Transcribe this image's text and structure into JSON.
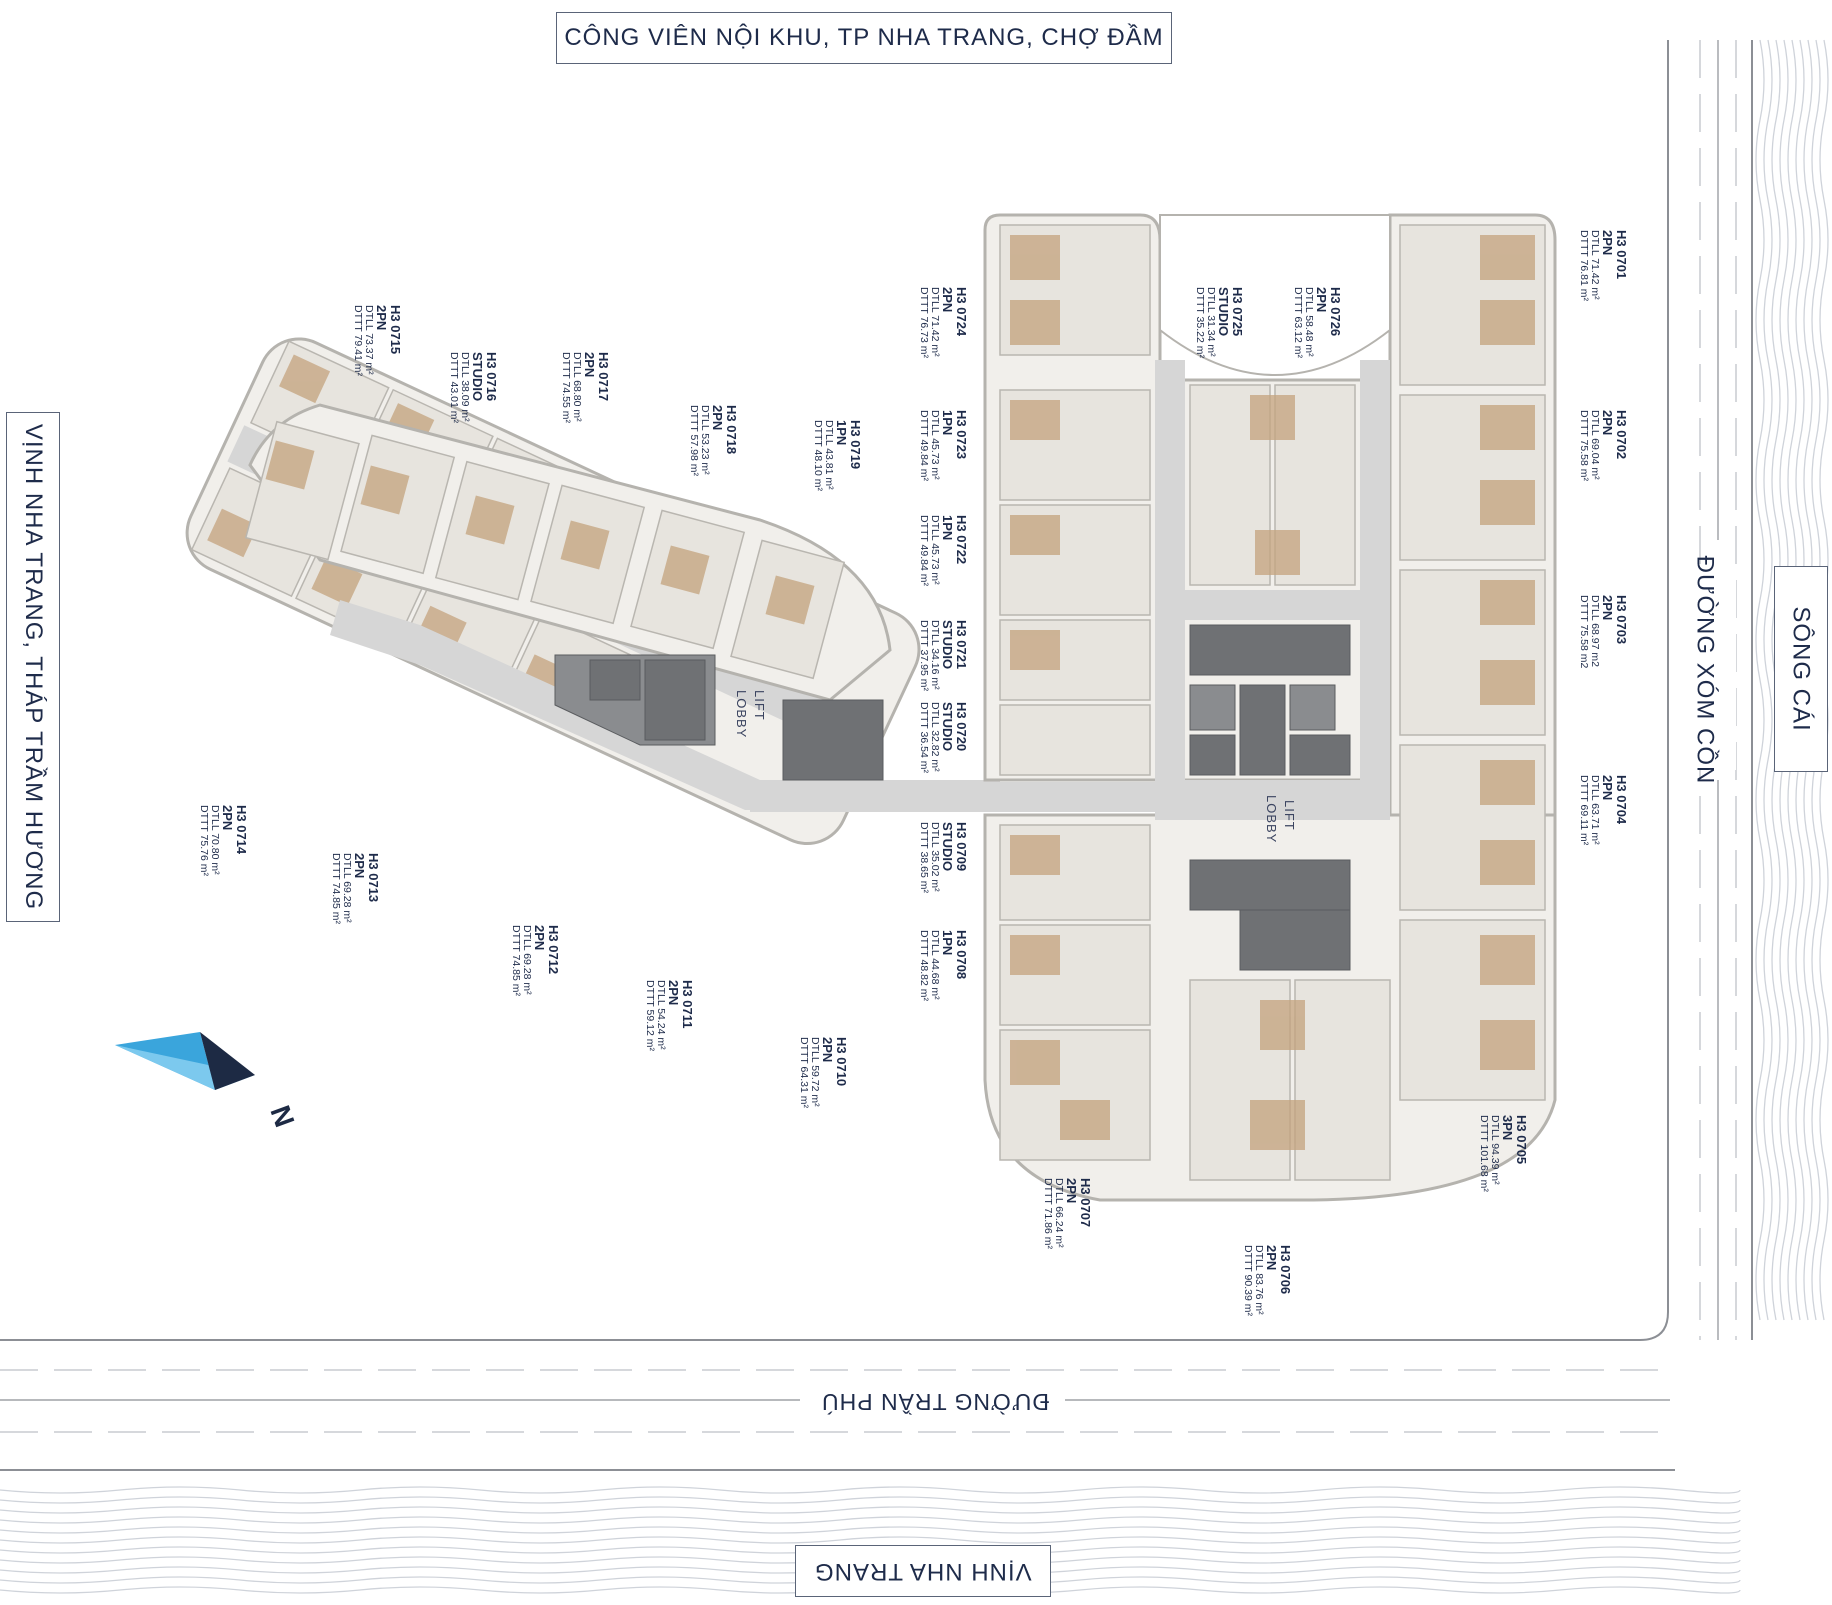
{
  "roads": {
    "north_park": "CÔNG VIÊN NỘI KHU, TP NHA TRANG, CHỢ ĐẦM",
    "west_bay": "VỊNH NHA TRANG, THÁP TRẦM HƯƠNG",
    "east_street": "ĐƯỜNG XÓM CỒN",
    "east_river": "SÔNG CÁI",
    "south_street": "ĐƯỜNG TRẦN PHÚ",
    "south_bay": "VỊNH NHA TRANG"
  },
  "lobby_labels": {
    "west": "LIFT LOBBY",
    "east": "LIFT LOBBY"
  },
  "compass": {
    "label": "N"
  },
  "units": [
    {
      "code": "H3 0701",
      "type": "2PN",
      "dtll": "DTLL 71.42 m²",
      "dttt": "DTTT 76.81 m²"
    },
    {
      "code": "H3 0702",
      "type": "2PN",
      "dtll": "DTLL 69.04 m²",
      "dttt": "DTTT 75.58 m²"
    },
    {
      "code": "H3 0703",
      "type": "2PN",
      "dtll": "DTLL 68.97 m2",
      "dttt": "DTTT 75.58 m2"
    },
    {
      "code": "H3 0704",
      "type": "2PN",
      "dtll": "DTLL 63.71 m²",
      "dttt": "DTTT 69.11 m²"
    },
    {
      "code": "H3 0705",
      "type": "3PN",
      "dtll": "DTLL 94.39 m²",
      "dttt": "DTTT 101.68 m²"
    },
    {
      "code": "H3 0706",
      "type": "2PN",
      "dtll": "DTLL 83.76 m²",
      "dttt": "DTTT 90.39 m²"
    },
    {
      "code": "H3 0707",
      "type": "2PN",
      "dtll": "DTLL 66.24 m²",
      "dttt": "DTTT 71.86 m²"
    },
    {
      "code": "H3 0708",
      "type": "1PN",
      "dtll": "DTLL 44.68 m²",
      "dttt": "DTTT 48.82 m²"
    },
    {
      "code": "H3 0709",
      "type": "STUDIO",
      "dtll": "DTLL 35.02 m²",
      "dttt": "DTTT 38.65 m²"
    },
    {
      "code": "H3 0710",
      "type": "2PN",
      "dtll": "DTLL 59.72 m²",
      "dttt": "DTTT 64.31 m²"
    },
    {
      "code": "H3 0711",
      "type": "2PN",
      "dtll": "DTLL 54.24 m²",
      "dttt": "DTTT 59.12 m²"
    },
    {
      "code": "H3 0712",
      "type": "2PN",
      "dtll": "DTLL 69.28 m²",
      "dttt": "DTTT 74.85 m²"
    },
    {
      "code": "H3 0713",
      "type": "2PN",
      "dtll": "DTLL 69.28 m²",
      "dttt": "DTTT 74.85 m²"
    },
    {
      "code": "H3 0714",
      "type": "2PN",
      "dtll": "DTLL 70.80 m²",
      "dttt": "DTTT 75.76 m²"
    },
    {
      "code": "H3 0715",
      "type": "2PN",
      "dtll": "DTLL 73.37 m²",
      "dttt": "DTTT 79.41 m²"
    },
    {
      "code": "H3 0716",
      "type": "STUDIO",
      "dtll": "DTLL 38.09 m²",
      "dttt": "DTTT 43.01 m²"
    },
    {
      "code": "H3 0717",
      "type": "2PN",
      "dtll": "DTLL 68.80 m²",
      "dttt": "DTTT 74.55 m²"
    },
    {
      "code": "H3 0718",
      "type": "2PN",
      "dtll": "DTLL 53.23 m²",
      "dttt": "DTTT 57.98 m²"
    },
    {
      "code": "H3 0719",
      "type": "1PN",
      "dtll": "DTLL 43.81 m²",
      "dttt": "DTTT 48.10 m²"
    },
    {
      "code": "H3 0720",
      "type": "STUDIO",
      "dtll": "DTLL 32.82 m²",
      "dttt": "DTTT 36.54 m²"
    },
    {
      "code": "H3 0721",
      "type": "STUDIO",
      "dtll": "DTLL 34.16 m²",
      "dttt": "DTTT 37.95 m²"
    },
    {
      "code": "H3 0722",
      "type": "1PN",
      "dtll": "DTLL 45.73 m²",
      "dttt": "DTTT 49.84 m²"
    },
    {
      "code": "H3 0723",
      "type": "1PN",
      "dtll": "DTLL 45.73 m²",
      "dttt": "DTTT 49.84 m²"
    },
    {
      "code": "H3 0724",
      "type": "2PN",
      "dtll": "DTLL 71.42 m²",
      "dttt": "DTTT 76.73 m²"
    },
    {
      "code": "H3 0725",
      "type": "STUDIO",
      "dtll": "DTLL 31.34 m²",
      "dttt": "DTTT 35.22 m²"
    },
    {
      "code": "H3 0726",
      "type": "2PN",
      "dtll": "DTLL 58.48 m²",
      "dttt": "DTTT 63.12 m²"
    }
  ],
  "colors": {
    "navy": "#1e2b4a",
    "floor": "#e9e7e2",
    "core": "#6f7174",
    "corridor": "#d6d6d6",
    "wood": "#b08a62",
    "compass_blue": "#3aa5dc"
  }
}
